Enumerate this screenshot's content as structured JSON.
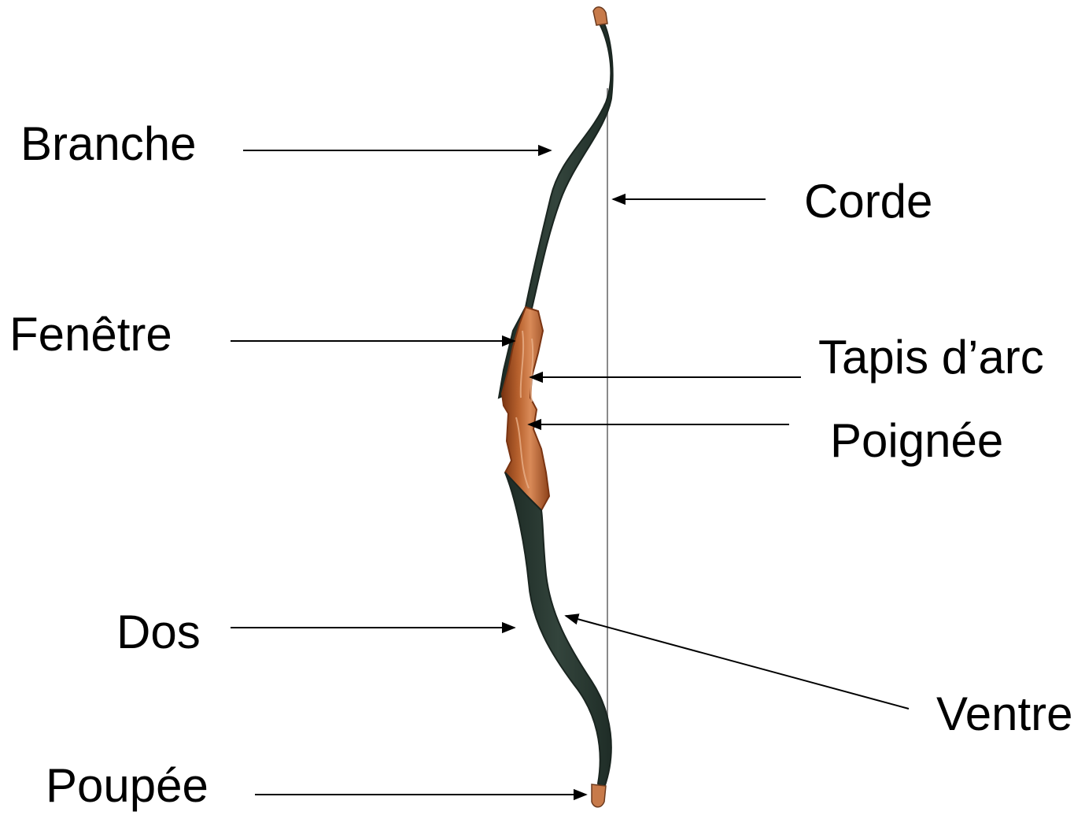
{
  "labels": {
    "branche": "Branche",
    "fenetre": "Fenêtre",
    "dos": "Dos",
    "poupee": "Poupée",
    "corde": "Corde",
    "tapis": "Tapis d’arc",
    "poignee": "Poignée",
    "ventre": "Ventre"
  },
  "colors": {
    "limb": "#2c3b34",
    "limb_edge": "#1a2520",
    "riser": "#b05a28",
    "riser_dark": "#7a3412",
    "riser_light": "#d9895a",
    "string": "#8a8a8a",
    "tip": "#c77a4a",
    "arrow": "#000000"
  }
}
